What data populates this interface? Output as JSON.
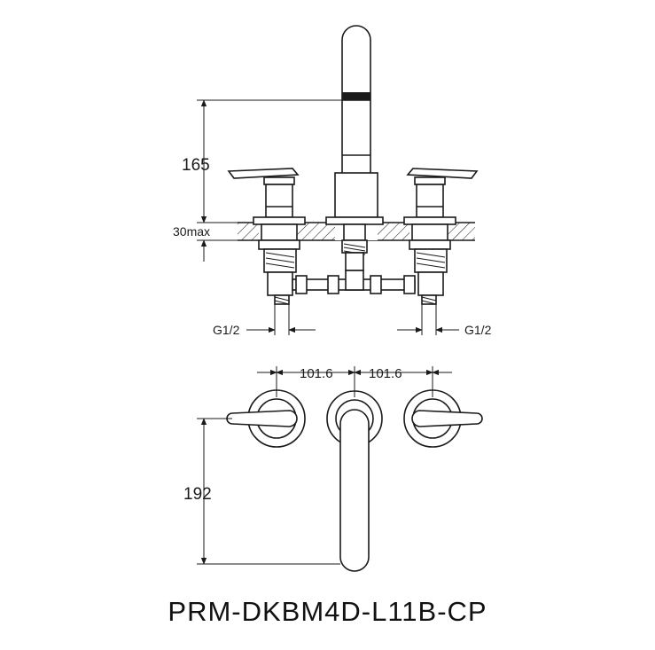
{
  "dimensions": {
    "spout_height": "165",
    "deck_thickness": "30max",
    "thread_left": "G1/2",
    "thread_right": "G1/2",
    "spacing_left": "101.6",
    "spacing_right": "101.6",
    "spout_reach": "192"
  },
  "model": "PRM-DKBM4D-L11B-CP"
}
